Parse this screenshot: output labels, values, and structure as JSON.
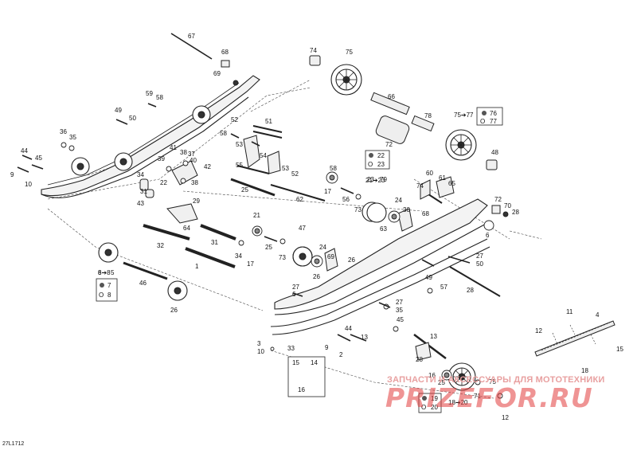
{
  "diagram_ref": "27L1712",
  "watermark": {
    "top_text": "ЗАПЧАСТИ И АКСЕССУАРЫ ДЛЯ МОТОТЕХНИКИ",
    "logo_text": "PRIZEFOR.RU"
  },
  "callouts": [
    "67",
    "68",
    "69",
    "74",
    "75",
    "59",
    "58",
    "66",
    "78",
    "49",
    "50",
    "52",
    "51",
    "58",
    "53",
    "36",
    "35",
    "41",
    "38",
    "39",
    "37",
    "40",
    "42",
    "54",
    "55",
    "53",
    "52",
    "44",
    "45",
    "9",
    "10",
    "34",
    "31",
    "43",
    "38",
    "22",
    "23",
    "21",
    "23",
    "79",
    "72",
    "58",
    "17",
    "56",
    "62",
    "60",
    "61",
    "65",
    "74",
    "48",
    "25",
    "73",
    "24",
    "30",
    "29",
    "64",
    "68",
    "72",
    "21",
    "47",
    "32",
    "31",
    "34",
    "17",
    "25",
    "73",
    "24",
    "69",
    "70",
    "28",
    "63",
    "6",
    "8",
    "5",
    "46",
    "1",
    "26",
    "27",
    "50",
    "49",
    "57",
    "28",
    "26",
    "27",
    "6",
    "26",
    "27",
    "35",
    "45",
    "44",
    "13",
    "11",
    "4",
    "3",
    "10",
    "9",
    "2",
    "33",
    "13",
    "12",
    "15",
    "14",
    "24",
    "28",
    "16",
    "73",
    "25",
    "71",
    "12",
    "18",
    "20",
    "75",
    "77",
    "17",
    "76",
    "77",
    "7",
    "8",
    "19",
    "20"
  ],
  "boxes": {
    "box_76_77": [
      "76",
      "77"
    ],
    "box_22_23": [
      "22",
      "23"
    ],
    "box_7_8": [
      "7",
      "8"
    ],
    "box_19_20": [
      "19",
      "20"
    ],
    "box_14_16": [
      "15",
      "14",
      "16"
    ]
  },
  "ranges": {
    "r_75_77": "75➔77",
    "r_21_23": "21➔23",
    "r_6_8": "6➔8",
    "r_18_20": "18➔20"
  }
}
